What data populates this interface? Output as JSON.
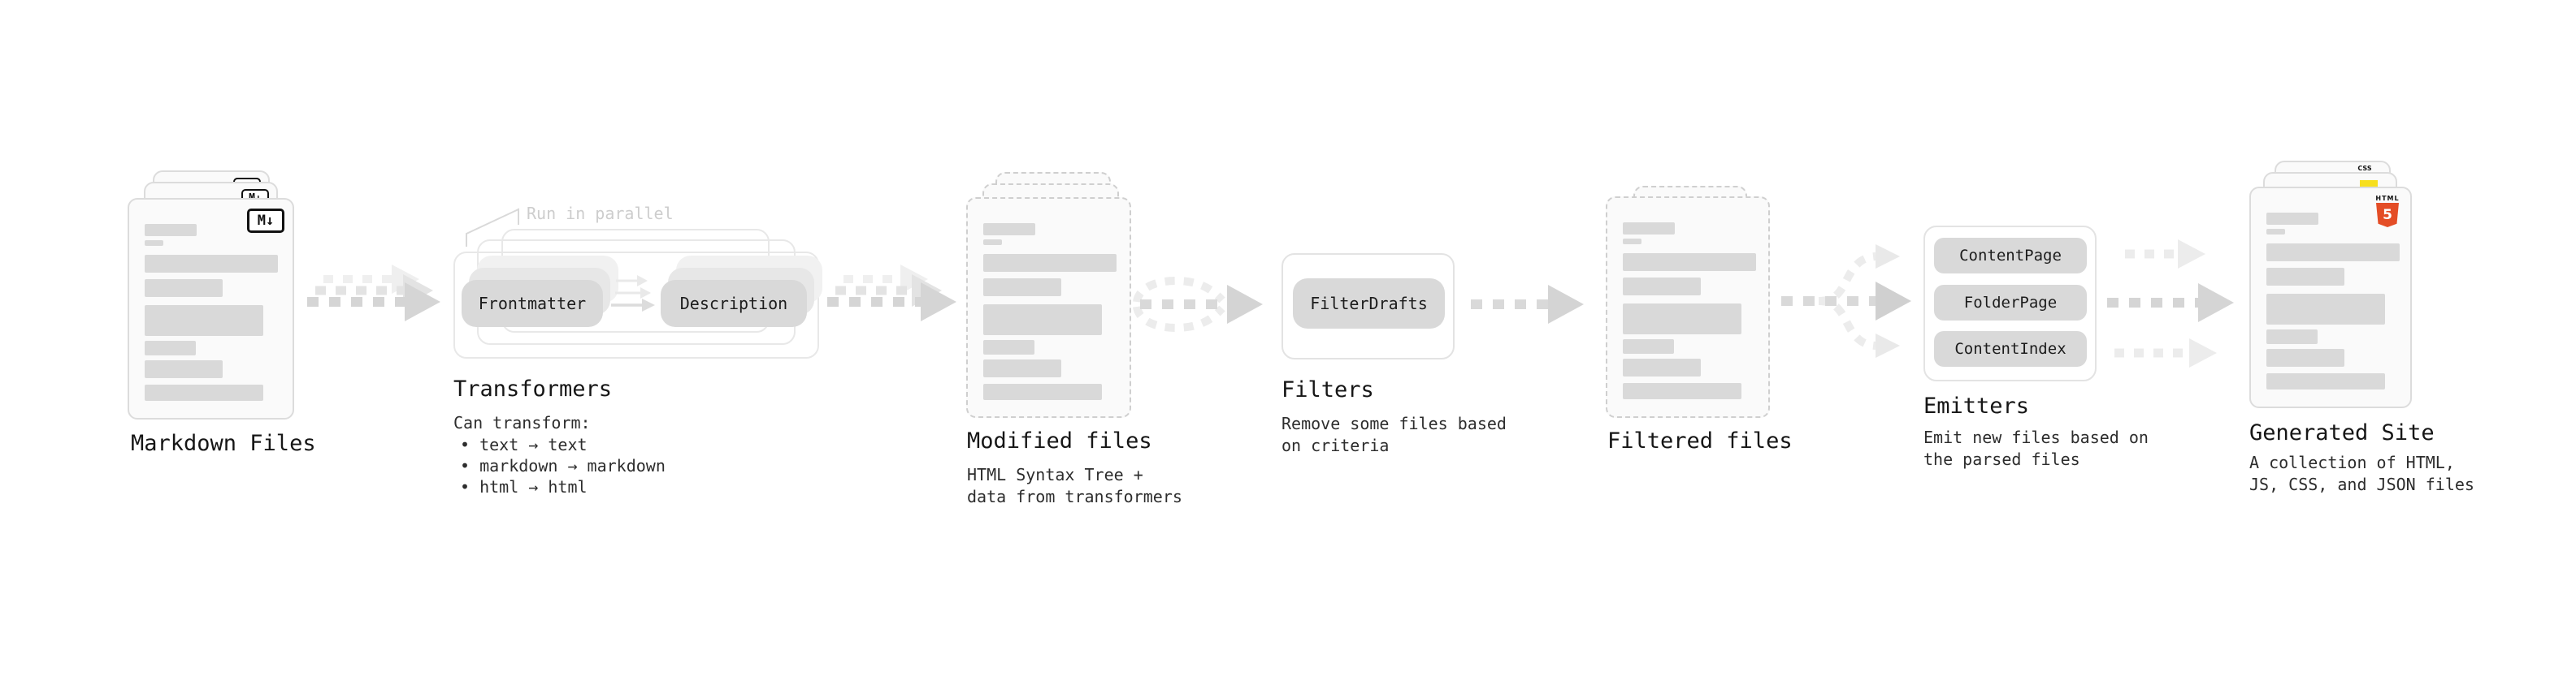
{
  "colors": {
    "html5_orange": "#e44d26",
    "js_yellow": "#f7df1e",
    "css_blue": "#2760e6"
  },
  "stages": {
    "markdown_files": {
      "title": "Markdown Files",
      "badge": "M↓"
    },
    "transformers": {
      "title": "Transformers",
      "note": "Run in parallel",
      "pill_left": "Frontmatter",
      "pill_right": "Description",
      "desc_heading": "Can transform:",
      "bullets": [
        "• text → text",
        "• markdown → markdown",
        "• html → html"
      ]
    },
    "modified_files": {
      "title": "Modified files",
      "subtitle": [
        "HTML Syntax Tree +",
        "data from transformers"
      ]
    },
    "filters": {
      "title": "Filters",
      "pill": "FilterDrafts",
      "subtitle": [
        "Remove some files based",
        "on criteria"
      ]
    },
    "filtered_files": {
      "title": "Filtered files"
    },
    "emitters": {
      "title": "Emitters",
      "pills": [
        "ContentPage",
        "FolderPage",
        "ContentIndex"
      ],
      "subtitle": [
        "Emit new files based on",
        "the parsed files"
      ]
    },
    "generated_site": {
      "title": "Generated Site",
      "subtitle": [
        "A collection of HTML,",
        "JS, CSS, and JSON files"
      ],
      "badge_html_word": "HTML",
      "badge_html_number": "5",
      "badge_css": "CSS"
    }
  }
}
